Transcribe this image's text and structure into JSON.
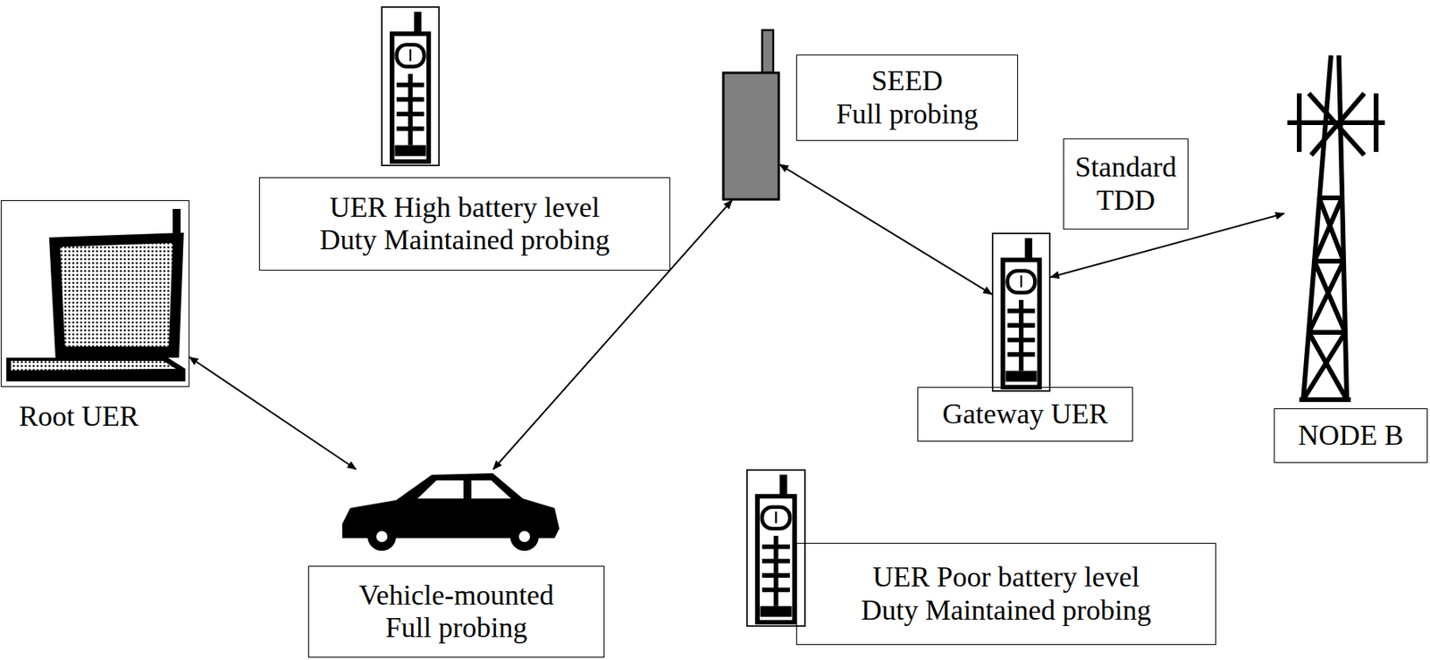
{
  "diagram": {
    "nodes": [
      {
        "text": [
          "UER High battery level",
          "Duty Maintained probing"
        ]
      },
      {
        "text": [
          "SEED",
          "Full probing"
        ]
      },
      {
        "text": [
          "NODE B"
        ]
      },
      {
        "text": [
          "Root UER"
        ]
      },
      {
        "text": [
          "Gateway UER"
        ]
      },
      {
        "text": [
          "Vehicle-mounted",
          "Full probing"
        ]
      },
      {
        "text": [
          "UER Poor battery level",
          "Duty Maintained probing"
        ]
      }
    ],
    "edges": [
      {
        "from": 3,
        "to": 5,
        "arrow": "both"
      },
      {
        "from": 5,
        "to": 1,
        "arrow": "both"
      },
      {
        "from": 1,
        "to": 4,
        "arrow": "both"
      },
      {
        "from": 4,
        "to": 2,
        "label": "Standard TDD",
        "arrow": "both"
      }
    ]
  }
}
